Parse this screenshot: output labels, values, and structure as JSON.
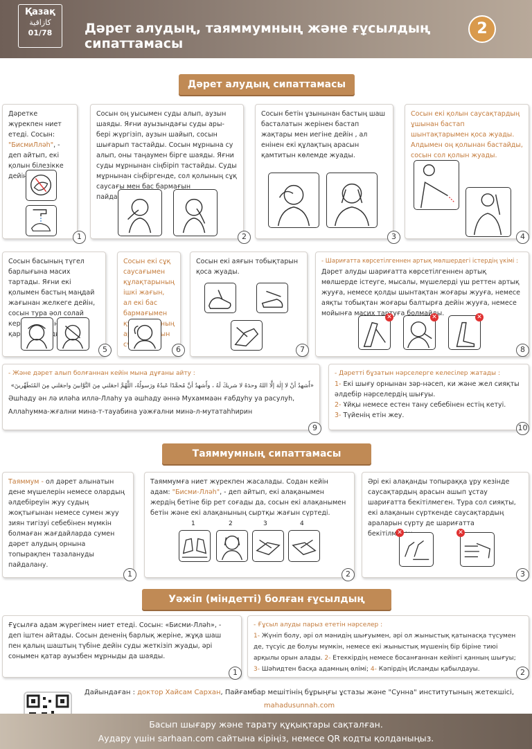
{
  "header": {
    "lang_line1": "Қазақ",
    "lang_line2": "كازاقية",
    "lang_line3": "01/78",
    "title": "Дәрет алудың, таяммумның және ғұсылдың сипаттамасы",
    "page_number": "2"
  },
  "sections": {
    "wudu_title": "Дәрет алудың сипаттамасы",
    "tayammum_title": "Таяммумның  сипаттамасы",
    "ghusl_title": "Уәжіп (міндетті) болған ғұсылдың сипаттамасы"
  },
  "wudu": {
    "step1": {
      "text_a": "Дәретке жүрекпен ниет етеді. Сосын: ",
      "text_hl": "\"БисмиЛләһ\"",
      "text_b": ", - деп айтып, екі қолын білезікке дейін жуады.",
      "num": "1"
    },
    "step2": {
      "text": "Сосын оң уысымен суды алып, аузын шаяды. Яғни ауызындағы суды ары-бері жүргізіп, аузын шайып, сосын шығарып тастайды. Сосын мұрнына су алып, оны таңаумен бірге шаяды. Яғни суды мұрнынан сіңбіріп тастайды. Суды мұрнынан сіңбіргенде, сол қолының сұқ саусағы мен бас бармағын пайдаланады.",
      "num": "2"
    },
    "step3": {
      "text": "Сосын бетін ұзынынан бастың шаш басталатын жерінен бастап жақтары мен иегіне дейін , ал енінен екі құлақтың арасын қамтитын көлемде жуады.",
      "num": "3"
    },
    "step4": {
      "text": "Сосын екі қолын саусақтардың ұшынан бастап шынтақтарымен қоса жуады. Алдымен оң қолынан бастайды, сосын сол қолын жуады.",
      "num": "4"
    },
    "step5": {
      "text": "Сосын басының түгел барлығына масих тартады. Яғни екі қолымен бастың маңдай жағынан желкеге дейін, сосын тура әол солай кері, яғни маңдайға қарай тартады.",
      "num": "5"
    },
    "step6": {
      "text": "Сосын екі сұқ саусағымен құлақтарының ішкі жағын, ал екі бас бармағымен құлақтарының артқы жағын сүртеді.",
      "num": "6"
    },
    "step7": {
      "text": "Сосын екі аяғын тобықтарын қоса жуады.",
      "num": "7"
    },
    "step8": {
      "title": "- Шариғатта көрсетілгеннен артық мөлшердегі істердің үкімі :",
      "text": "Дәрет алуды шариғатта көрсетілгеннен артық мөлшерде істеуге, мысалы, мүшелерді үш реттен артық жууға, немесе қолды шынтақтан жоғары жууға, немесе аяқты тобықтан жоғары балтырға дейін жууға, немесе мойынға масих тартуға болмайды.",
      "num": "8"
    },
    "step9": {
      "title": "- Және дәрет алып болғаннан кейін мына дұғаны айту :",
      "arabic": "«أَشهدُ أنْ لا إِلٰهَ إلَّا اللهُ وحدَهُ لا شريكَ لَهُ ، وأَشهدُ أنَّ مُحمَّدًا عَبدُهُ ورَسولُهُ، اللَّهُمَّ اجعَلني مِنَ التَّوَّابينَ واجعَلني مِنَ المُتَطَهِّرينَ»",
      "line1": "Әшһаду ән лә иләһа иллә-Ллаһу уа әшһаду әннә Мухаммаән ғабдуһу уа расулуһ,",
      "line2": "Аллаһумма-жғални мина-т-тауабина уәжғални минә-л-мутатаһһирин",
      "num": "9"
    },
    "step10": {
      "title": "- Дәретті бұзатын нәрселерге келесілер жатады :",
      "item1_n": "1-",
      "item1": " Екі шығу орнынан зәр-нәсеп, ки және жел сияқты әлдебір нәрселердің шығуы.",
      "item2_n": "2-",
      "item2": " Ұйқы немесе естен тану себебінен естің кетуі.",
      "item3_n": "3-",
      "item3": " Түйенің етін жеу.",
      "num": "10"
    }
  },
  "tayammum": {
    "box1": {
      "hl": "Таяммум - ",
      "text": "ол дәрет алынатын дене мүшелерін немесе олардың әлдебіреуін жуу судың жоқтығынан немесе сумен жуу зиян тигізуі себебінен мүмкін болмаған жағдайларда сумен дәрет алудың орнына топырақпен тазалануды пайдалану.",
      "num": "1"
    },
    "box2": {
      "text_a": "Таяммумға ниет жүрекпен жасалады. Содан кейін адам: ",
      "text_hl": "\"Бисми-Лләһ\"",
      "text_b": ", - деп айтып, екі алақанымен жердің бетіне бір рет соғады да, сосын екі алақанымен бетін және екі алақанының сыртқы жағын сүртеді.",
      "labels": [
        "1",
        "2",
        "3",
        "4"
      ],
      "num": "2"
    },
    "box3": {
      "text": "Әрі екі алақанды топыраққа ұру кезінде саусақтардың арасын ашып ұстау шариғатта бекітілмеген. Тура сол сияқты, екі алақанын сүрткенде саусақтардың араларын сүрту де шариғатта бекітілмеген.",
      "num": "3"
    }
  },
  "ghusl": {
    "box1": {
      "text": "Ғұсылға адам жүрегімен ниет етеді. Сосын: «Бисми-Лләһ», - деп іштен айтады. Сосын дененің барлық жеріне, жұқа шаш пен қалың шаштың түбіне дейін суды жеткізіп жуады, әрі сонымен қатар ауызбен мұрныды да шаяды.",
      "num": "1"
    },
    "box2": {
      "title": "- Ғұсыл алуды парыз ететін нәрселер :",
      "n1": "1-",
      "t1": " Жүніп болу, әрі ол мәнидің шығуымен, әрі ол жыныстық қатынасқа түсумен де, түсуіс де болуы мүмкін, немесе екі жыныстық мүшенің бір біріне тиюі арқылы орын алады. ",
      "n2": "2-",
      "t2": " Етеккірдің немесе босанғаннан кейінгі қанның шығуы; ",
      "n3": "3-",
      "t3": " Шәһидтен басқа адамның өлімі; ",
      "n4": "4-",
      "t4": " Кәпірдің Исламды қабылдауы.",
      "num": "2"
    }
  },
  "footer": {
    "prepared_label": "Дайындаған : ",
    "author": "доктор Хайсам Сархан",
    "prepared_text": ", Пайғамбар мешітінің бұрыңғы ұстазы және \"Сунна\" институтының жетекшісі, ",
    "site": "mahadusunnah.com",
    "line1": "Басып шығару және тарату құқықтары сақталған.",
    "line2": "Аудару үшін sarhaan.com сайтына кіріңіз, немесе QR кодты қолданыңыз."
  },
  "colors": {
    "accent": "#c08a55",
    "highlight": "#c37a3a",
    "header": "#8c7d73",
    "cross": "#e03131"
  }
}
